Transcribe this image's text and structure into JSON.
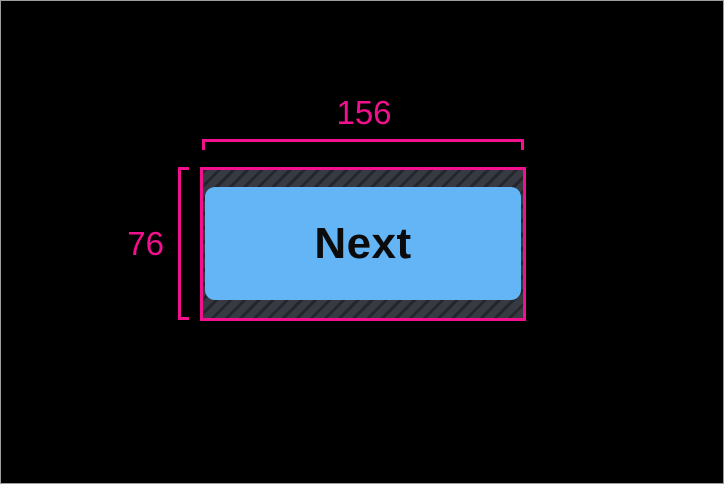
{
  "figure": {
    "width_label": "156",
    "height_label": "76",
    "button": {
      "label": "Next"
    }
  },
  "colors": {
    "background": "#000000",
    "frame_border": "#9E9E9E",
    "annotation": "#F2108E",
    "button_fill": "#64B5F6",
    "button_text": "#0B0B0C",
    "hatch_background": "#373A42",
    "hatch_stripe": "#24262C"
  }
}
